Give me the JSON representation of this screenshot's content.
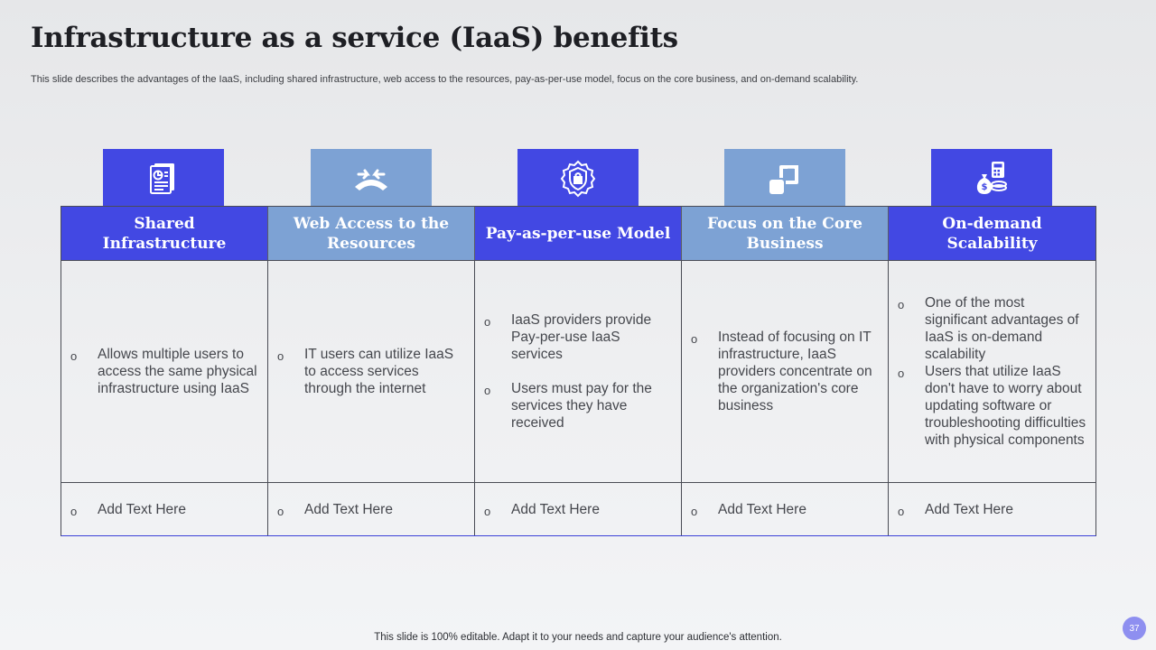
{
  "slide": {
    "title": "Infrastructure as a service (IaaS) benefits",
    "subtitle": "This slide describes the advantages of the IaaS, including shared infrastructure, web access to the resources, pay-as-per-use model, focus on the core business, and on-demand scalability.",
    "footer": "This slide is 100% editable. Adapt it to your needs and capture your audience's attention.",
    "page_number": "37"
  },
  "colors": {
    "primary_blue": "#4248e3",
    "light_blue": "#7da2d4"
  },
  "columns": [
    {
      "icon": "document-report-icon",
      "header": "Shared Infrastructure",
      "bullets": [
        "Allows multiple users to access the same physical infrastructure using IaaS"
      ],
      "footer_text": "Add Text Here"
    },
    {
      "icon": "web-access-arrows-icon",
      "header": "Web Access to the Resources",
      "bullets": [
        "IT users can utilize IaaS to access services through the internet"
      ],
      "footer_text": "Add Text Here"
    },
    {
      "icon": "shield-gear-lock-icon",
      "header": "Pay-as-per-use Model",
      "bullets": [
        "IaaS providers provide Pay-per-use IaaS services",
        "Users must pay for the services they have received"
      ],
      "footer_text": "Add Text Here"
    },
    {
      "icon": "expand-focus-icon",
      "header": "Focus on the Core Business",
      "bullets": [
        "Instead of focusing on IT infrastructure, IaaS providers concentrate on the organization's core business"
      ],
      "footer_text": "Add Text Here"
    },
    {
      "icon": "calculator-money-bag-icon",
      "header": "On-demand Scalability",
      "bullets": [
        "One of the most significant advantages of IaaS is on-demand scalability",
        "Users that utilize IaaS don't have to worry about updating software or troubleshooting difficulties with physical components"
      ],
      "footer_text": "Add Text Here"
    }
  ]
}
